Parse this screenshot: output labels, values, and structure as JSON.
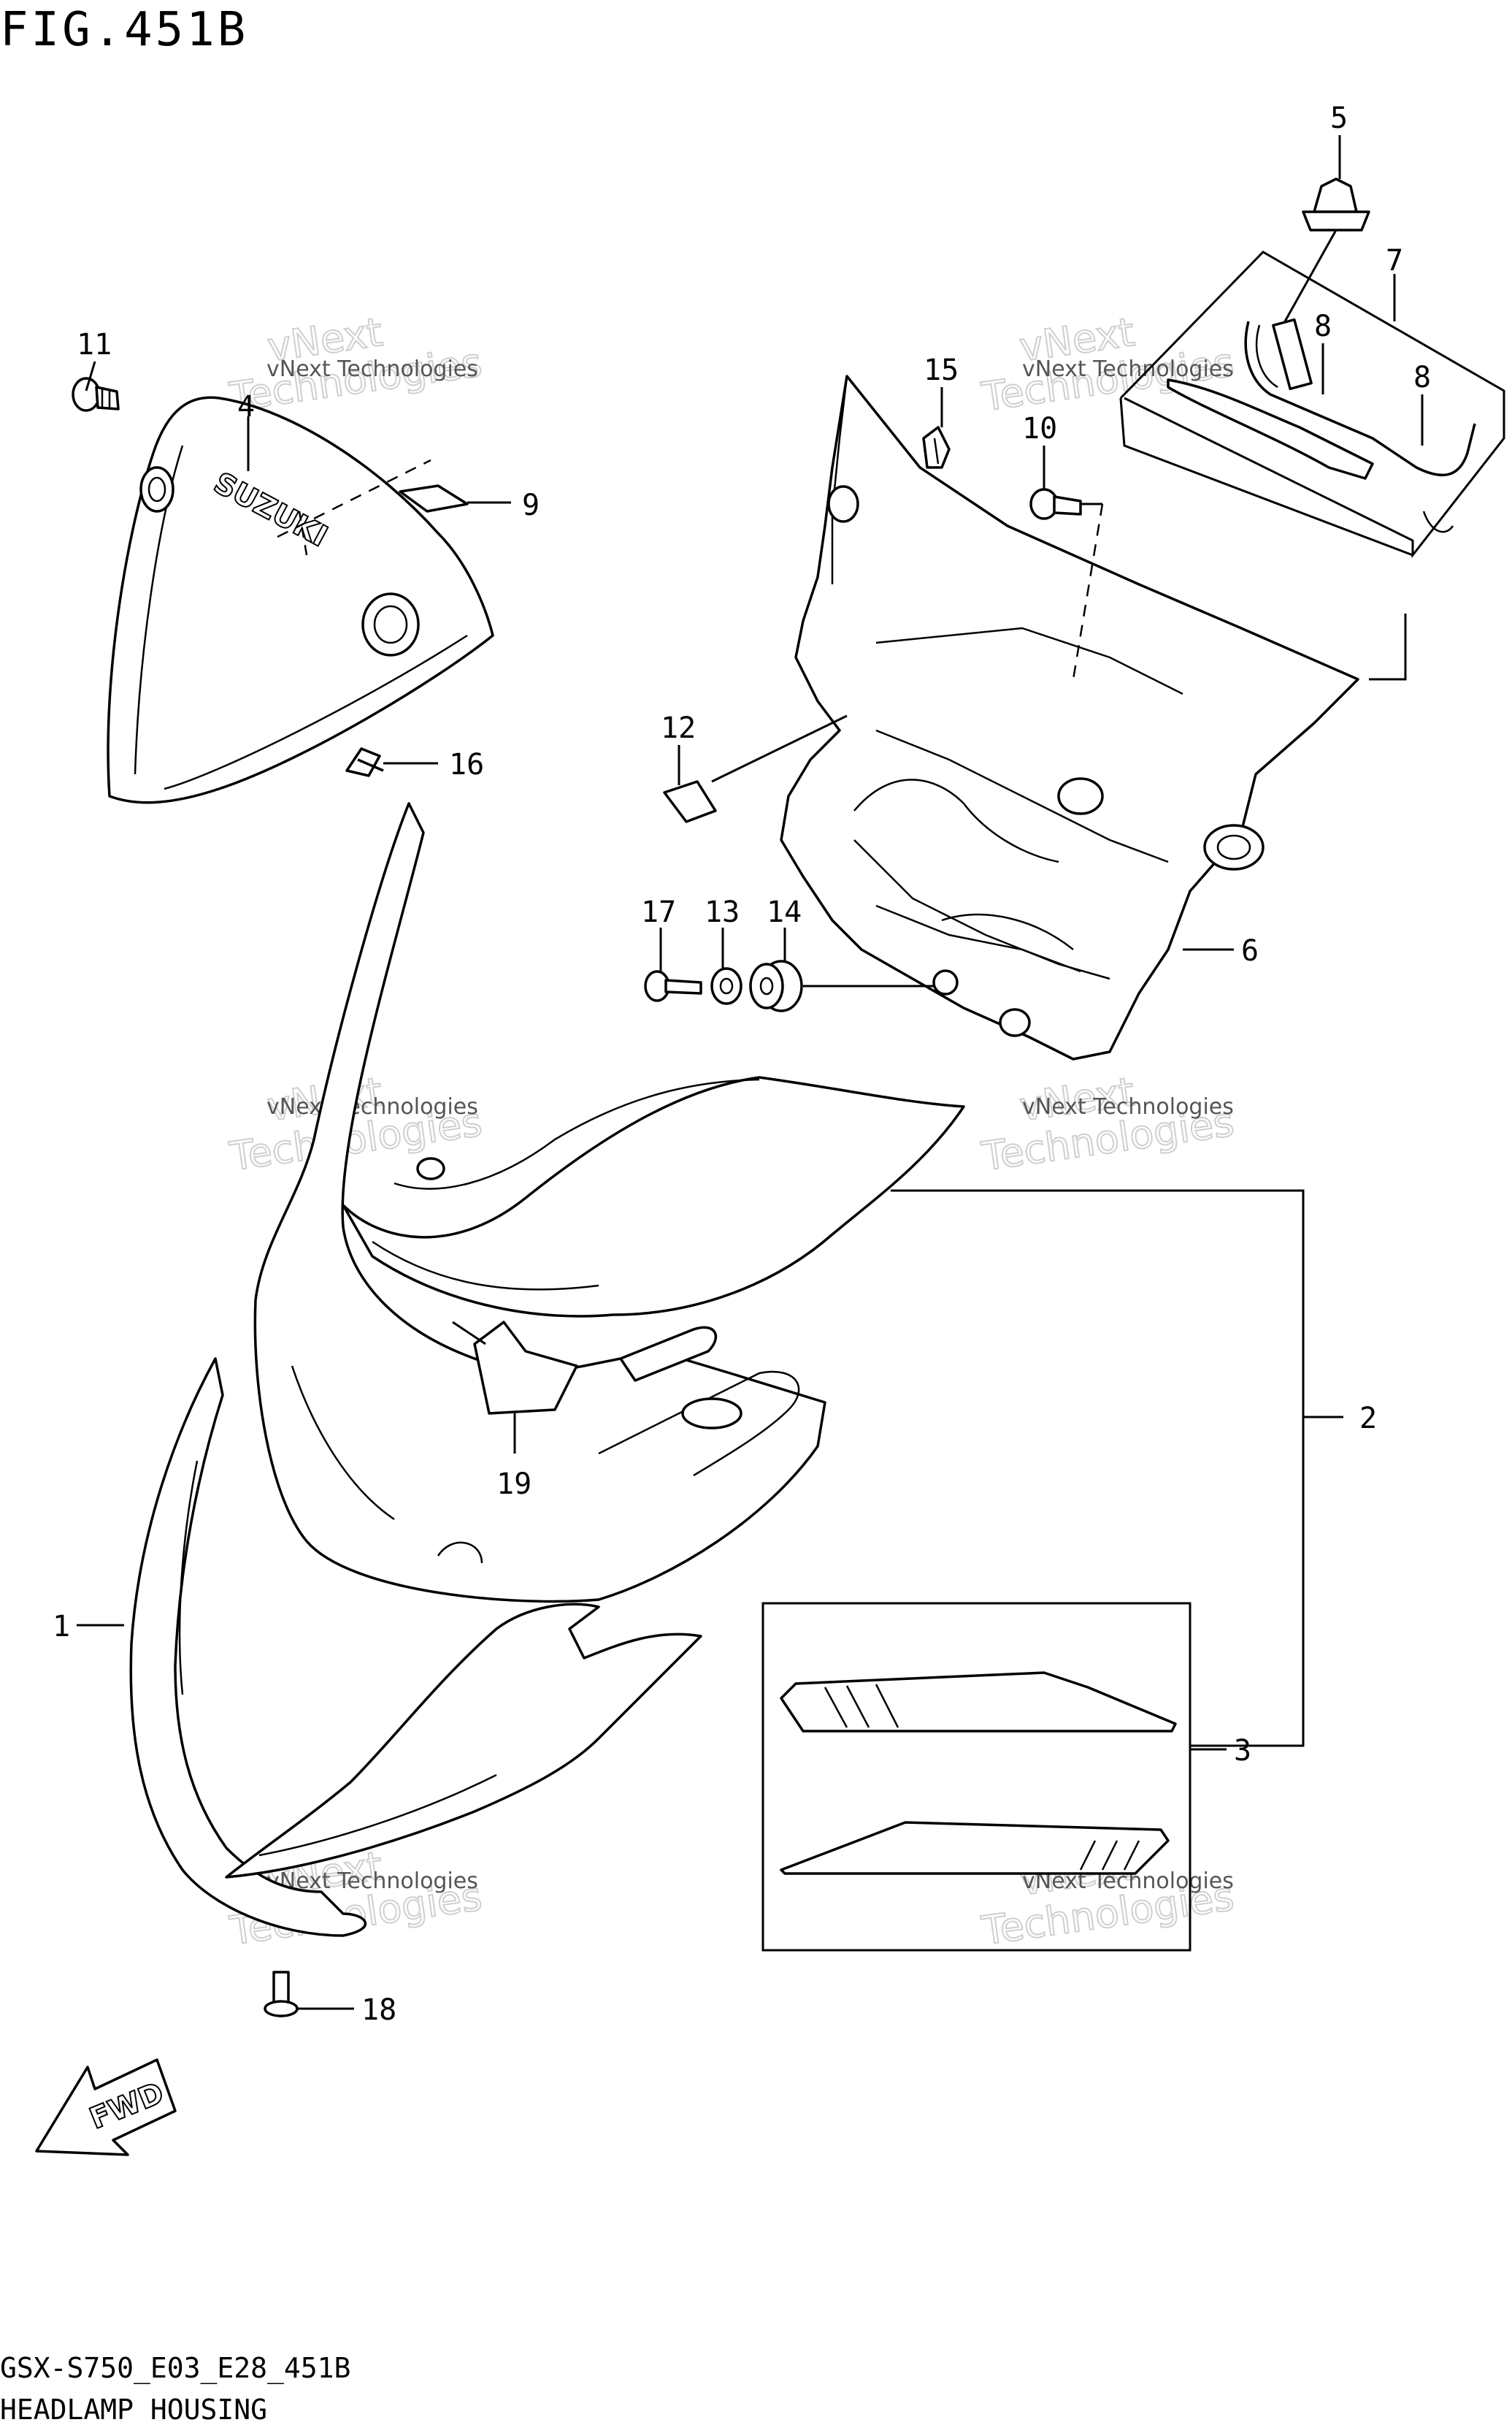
{
  "figure_title": "FIG.451B",
  "footer": {
    "code": "GSX-S750_E03_E28_451B",
    "caption": "HEADLAMP HOUSING"
  },
  "watermark": {
    "line1": "vNext Technologies",
    "line2": "vNext",
    "line3": "Technologies"
  },
  "callouts": [
    "1",
    "2",
    "3",
    "4",
    "5",
    "6",
    "7",
    "8",
    "8",
    "9",
    "10",
    "11",
    "12",
    "13",
    "14",
    "15",
    "16",
    "17",
    "18",
    "19"
  ],
  "brand_text": "SUZUKI",
  "fwd_label": "FWD"
}
